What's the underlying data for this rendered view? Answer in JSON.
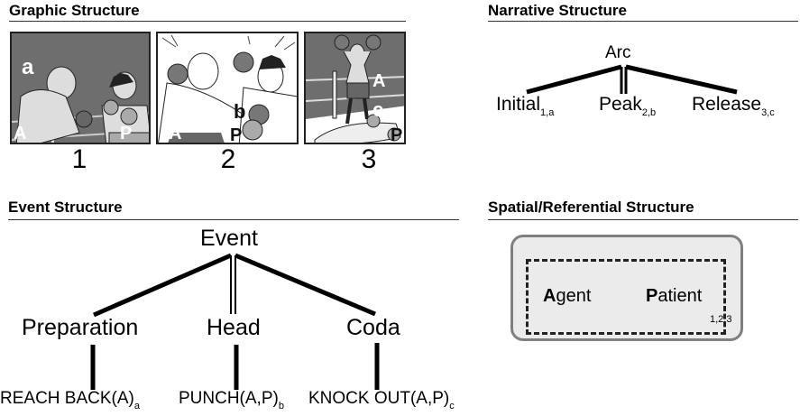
{
  "sections": {
    "graphic": {
      "title": "Graphic Structure",
      "panels": [
        {
          "number": "1",
          "labels": {
            "beat": "a",
            "agent": "A",
            "patient": "P"
          }
        },
        {
          "number": "2",
          "labels": {
            "beat": "b",
            "agent": "A",
            "patient": "P"
          }
        },
        {
          "number": "3",
          "labels": {
            "beat": "c",
            "agent": "A",
            "patient": "P"
          }
        }
      ]
    },
    "narrative": {
      "title": "Narrative Structure",
      "root": "Arc",
      "children": [
        {
          "label": "Initial",
          "sub": "1,a"
        },
        {
          "label": "Peak",
          "sub": "2,b"
        },
        {
          "label": "Release",
          "sub": "3,c"
        }
      ]
    },
    "event": {
      "title": "Event Structure",
      "root": "Event",
      "children": [
        {
          "label": "Preparation",
          "leaf": "REACH BACK(A)",
          "sub": "a"
        },
        {
          "label": "Head",
          "leaf": "PUNCH(A,P)",
          "sub": "b"
        },
        {
          "label": "Coda",
          "leaf": "KNOCK OUT(A,P)",
          "sub": "c"
        }
      ]
    },
    "spatial": {
      "title": "Spatial/Referential Structure",
      "agent_initial": "A",
      "agent_rest": "gent",
      "patient_initial": "P",
      "patient_rest": "atient",
      "sub": "1,2,3"
    }
  }
}
